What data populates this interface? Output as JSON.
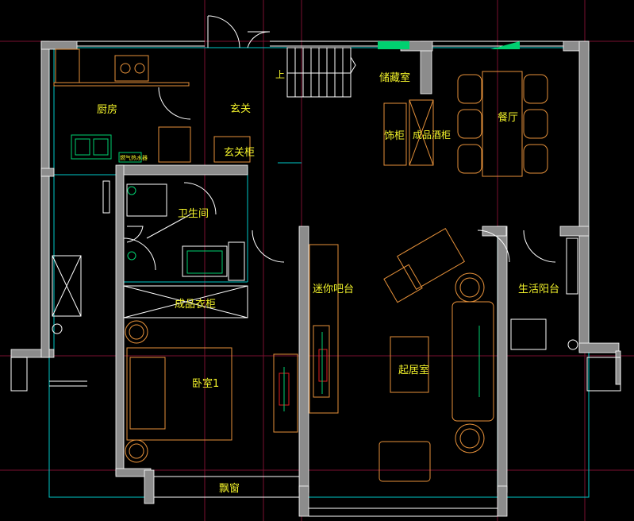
{
  "rooms": {
    "kitchen": "厨房",
    "foyer": "玄关",
    "storage": "储藏室",
    "dining": "餐厅",
    "sideboard": "饰柜",
    "wine_cabinet": "成品酒柜",
    "shoe_cabinet": "玄关柜",
    "bathroom": "卫生间",
    "wardrobe": "成品衣柜",
    "bar": "迷你吧台",
    "balcony": "生活阳台",
    "living": "起居室",
    "bedroom": "卧室1",
    "bay_window": "飘窗",
    "stairs_up": "上",
    "gas_meter": "燃气热水器"
  },
  "colors": {
    "background": "#000000",
    "wall": "#8c8c8c",
    "line_cyan": "#00c8c8",
    "line_white": "#ffffff",
    "furniture": "#e6913a",
    "fixture_green": "#00d070",
    "text": "#f2f22a",
    "axis_red": "#8a1030"
  }
}
